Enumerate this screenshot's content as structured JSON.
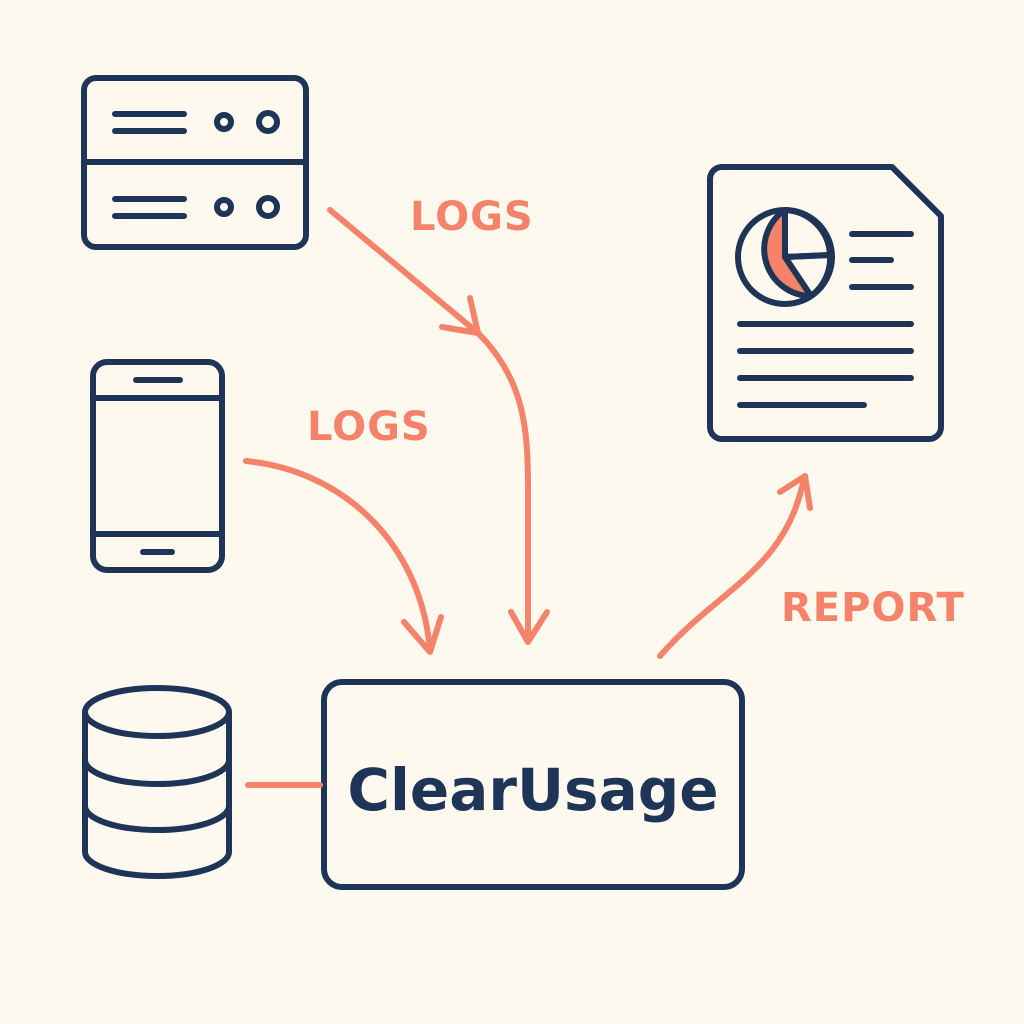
{
  "colors": {
    "background": "#fdf9ee",
    "ink": "#1f3558",
    "accent": "#f5836a"
  },
  "icons": {
    "server": "server-icon",
    "phone": "smartphone-icon",
    "database": "database-icon",
    "report": "report-document-icon",
    "chart": "pie-chart-icon"
  },
  "edges": {
    "server_label": "LOGS",
    "phone_label": "LOGS",
    "report_label": "REPORT"
  },
  "center": {
    "title": "ClearUsage"
  }
}
